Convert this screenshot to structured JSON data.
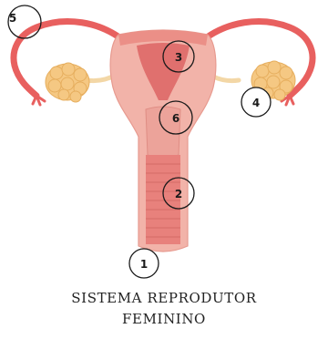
{
  "caption": {
    "line1": "SISTEMA REPRODUTOR",
    "line2": "FEMININO"
  },
  "labels": {
    "n1": "1",
    "n2": "2",
    "n3": "3",
    "n4": "4",
    "n5": "5",
    "n6": "6"
  },
  "colors": {
    "uterus_outer": "#f2b3a9",
    "uterus_inner": "#e28b84",
    "tube": "#e8605f",
    "ovary": "#f5c883",
    "ligament": "#f3d7a6"
  }
}
